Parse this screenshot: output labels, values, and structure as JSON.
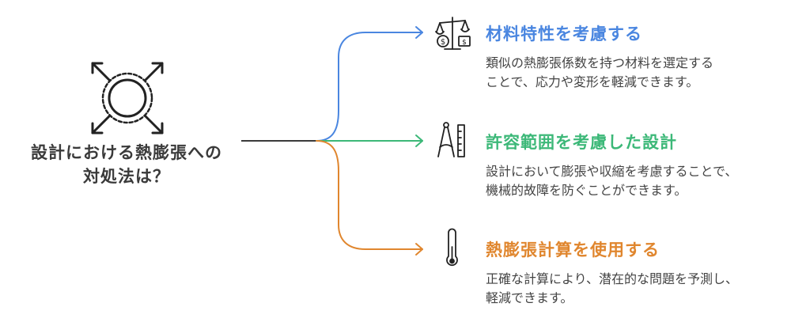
{
  "question": {
    "line1": "設計における熱膨張への",
    "line2": "対処法は？"
  },
  "branches": [
    {
      "title": "材料特性を考慮する",
      "desc_line1": "類似の熱膨張係数を持つ材料を選定する",
      "desc_line2": "ことで、応力や変形を軽減できます。",
      "color": "#4a86e0",
      "icon": "balance-scale-money-icon"
    },
    {
      "title": "許容範囲を考慮した設計",
      "desc_line1": "設計において膨張や収縮を考慮することで、",
      "desc_line2": "機械的故障を防ぐことができます。",
      "color": "#3cb878",
      "icon": "drafting-compass-ruler-icon"
    },
    {
      "title": "熱膨張計算を使用する",
      "desc_line1": "正確な計算により、潜在的な問題を予測し、",
      "desc_line2": "軽減できます。",
      "color": "#e0862e",
      "icon": "thermometer-icon"
    }
  ],
  "colors": {
    "trunk": "#3a3a3a",
    "text": "#3a3a3a",
    "desc": "#444444"
  },
  "central_icon": "expand-arrows-circle-icon"
}
